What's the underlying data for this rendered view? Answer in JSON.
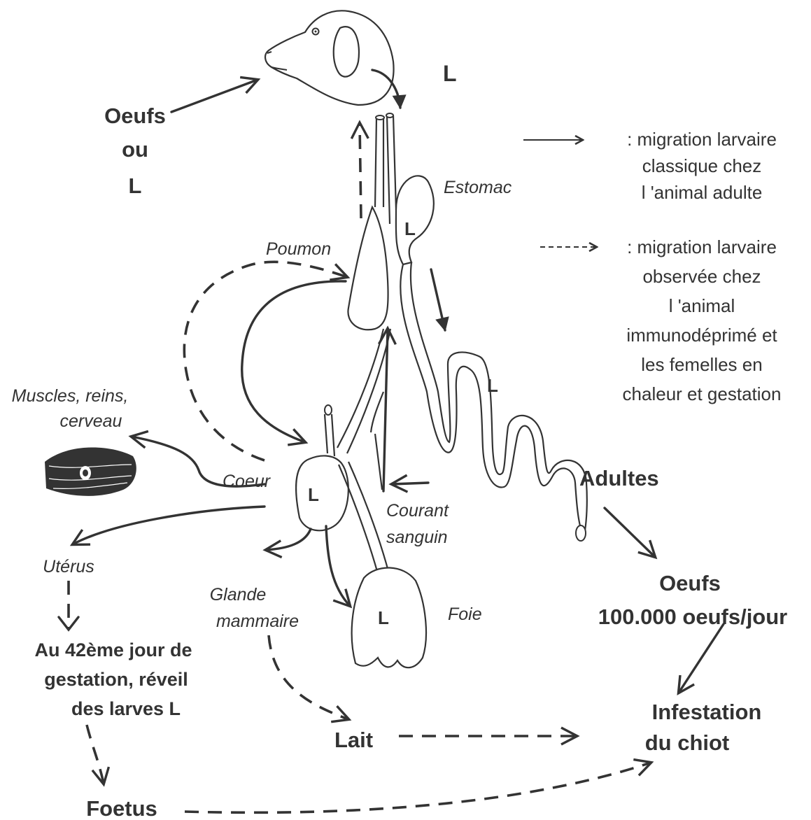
{
  "colors": {
    "ink": "#333333",
    "background": "#ffffff"
  },
  "icons": {
    "dog_head": "dog-head-icon",
    "muscle_tissue": "muscle-tissue-icon"
  },
  "labels": {
    "larva_near_head": "L",
    "oeufs_ou": "Oeufs",
    "ou": "ou",
    "l_entry": "L",
    "estomac": "Estomac",
    "larva_stomach": "L",
    "poumon": "Poumon",
    "larva_intestine": "L",
    "muscles_line1": "Muscles, reins,",
    "muscles_line2": "cerveau",
    "coeur": "Coeur",
    "larva_heart": "L",
    "courant_line1": "Courant",
    "courant_line2": "sanguin",
    "adultes": "Adultes",
    "uterus": "Utérus",
    "glande_line1": "Glande",
    "glande_line2": "mammaire",
    "larva_liver": "L",
    "foie": "Foie",
    "oeufs": "Oeufs",
    "oeufs_count": "100.000 oeufs/jour",
    "gestation_line1": "Au 42ème  jour de",
    "gestation_line2": "gestation, réveil",
    "gestation_line3": "des larves L",
    "lait": "Lait",
    "infestation_line1": "Infestation",
    "infestation_line2": "du chiot",
    "foetus": "Foetus"
  },
  "legend": {
    "solid_line1": ": migration larvaire",
    "solid_line2": "classique chez",
    "solid_line3": "l 'animal adulte",
    "dashed_line1": ": migration larvaire",
    "dashed_line2": "observée chez",
    "dashed_line3": "l 'animal",
    "dashed_line4": "immunodéprimé et",
    "dashed_line5": "les femelles en",
    "dashed_line6": "chaleur et gestation"
  }
}
